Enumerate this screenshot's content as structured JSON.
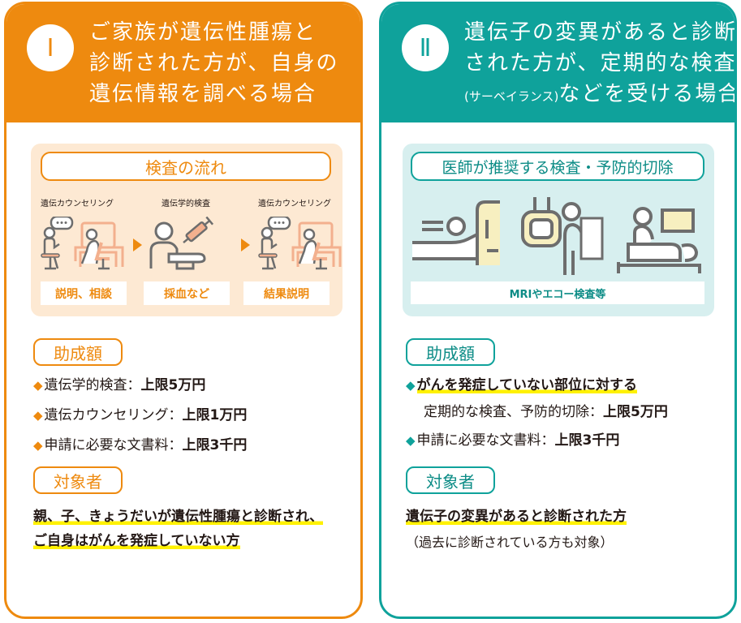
{
  "colors": {
    "orange": "#ee8a0f",
    "teal": "#0fa29b",
    "orange_bg": "#fde9d3",
    "teal_bg": "#d7efef",
    "highlight": "#fff100"
  },
  "panel1": {
    "number": "Ⅰ",
    "title_lines": [
      "ご家族が遺伝性腫瘍と",
      "診断された方が、自身の",
      "遺伝情報を調べる場合"
    ],
    "flow": {
      "title": "検査の流れ",
      "steps": [
        {
          "label": "遺伝カウンセリング",
          "icon": "counseling-icon",
          "caption": "説明、相談"
        },
        {
          "label": "遺伝学的検査",
          "icon": "blood-test-icon",
          "caption": "採血など"
        },
        {
          "label": "遺伝カウンセリング",
          "icon": "counseling-icon",
          "caption": "結果説明"
        }
      ]
    },
    "subsidy": {
      "tag": "助成額",
      "items": [
        {
          "bullet": "◆",
          "text": "遺伝学的検査：",
          "amount": "上限5万円"
        },
        {
          "bullet": "◆",
          "text": "遺伝カウンセリング：",
          "amount": "上限1万円"
        },
        {
          "bullet": "◆",
          "text": "申請に必要な文書料：",
          "amount": "上限3千円"
        }
      ]
    },
    "target": {
      "tag": "対象者",
      "lines": [
        "親、子、きょうだいが遺伝性腫瘍と診断され、",
        "ご自身はがんを発症していない方"
      ]
    }
  },
  "panel2": {
    "number": "Ⅱ",
    "title_lines": [
      "遺伝子の変異があると診断",
      "された方が、定期的な検査"
    ],
    "title_line3_small": "(サーベイランス)",
    "title_line3_main": "などを受ける場合",
    "flow": {
      "title": "医師が推奨する検査・予防的切除",
      "caption": "MRIやエコー検査等",
      "icons": [
        "mri-icon",
        "xray-icon",
        "ultrasound-icon"
      ]
    },
    "subsidy": {
      "tag": "助成額",
      "item1_bullet": "◆",
      "item1_highlight": "がんを発症していない部位に対する",
      "item1_sub": "定期的な検査、予防的切除：",
      "item1_amount": "上限5万円",
      "item2_bullet": "◆",
      "item2_text": "申請に必要な文書料：",
      "item2_amount": "上限3千円"
    },
    "target": {
      "tag": "対象者",
      "highlight": "遺伝子の変異があると診断された方",
      "note": "（過去に診断されている方も対象）"
    }
  }
}
